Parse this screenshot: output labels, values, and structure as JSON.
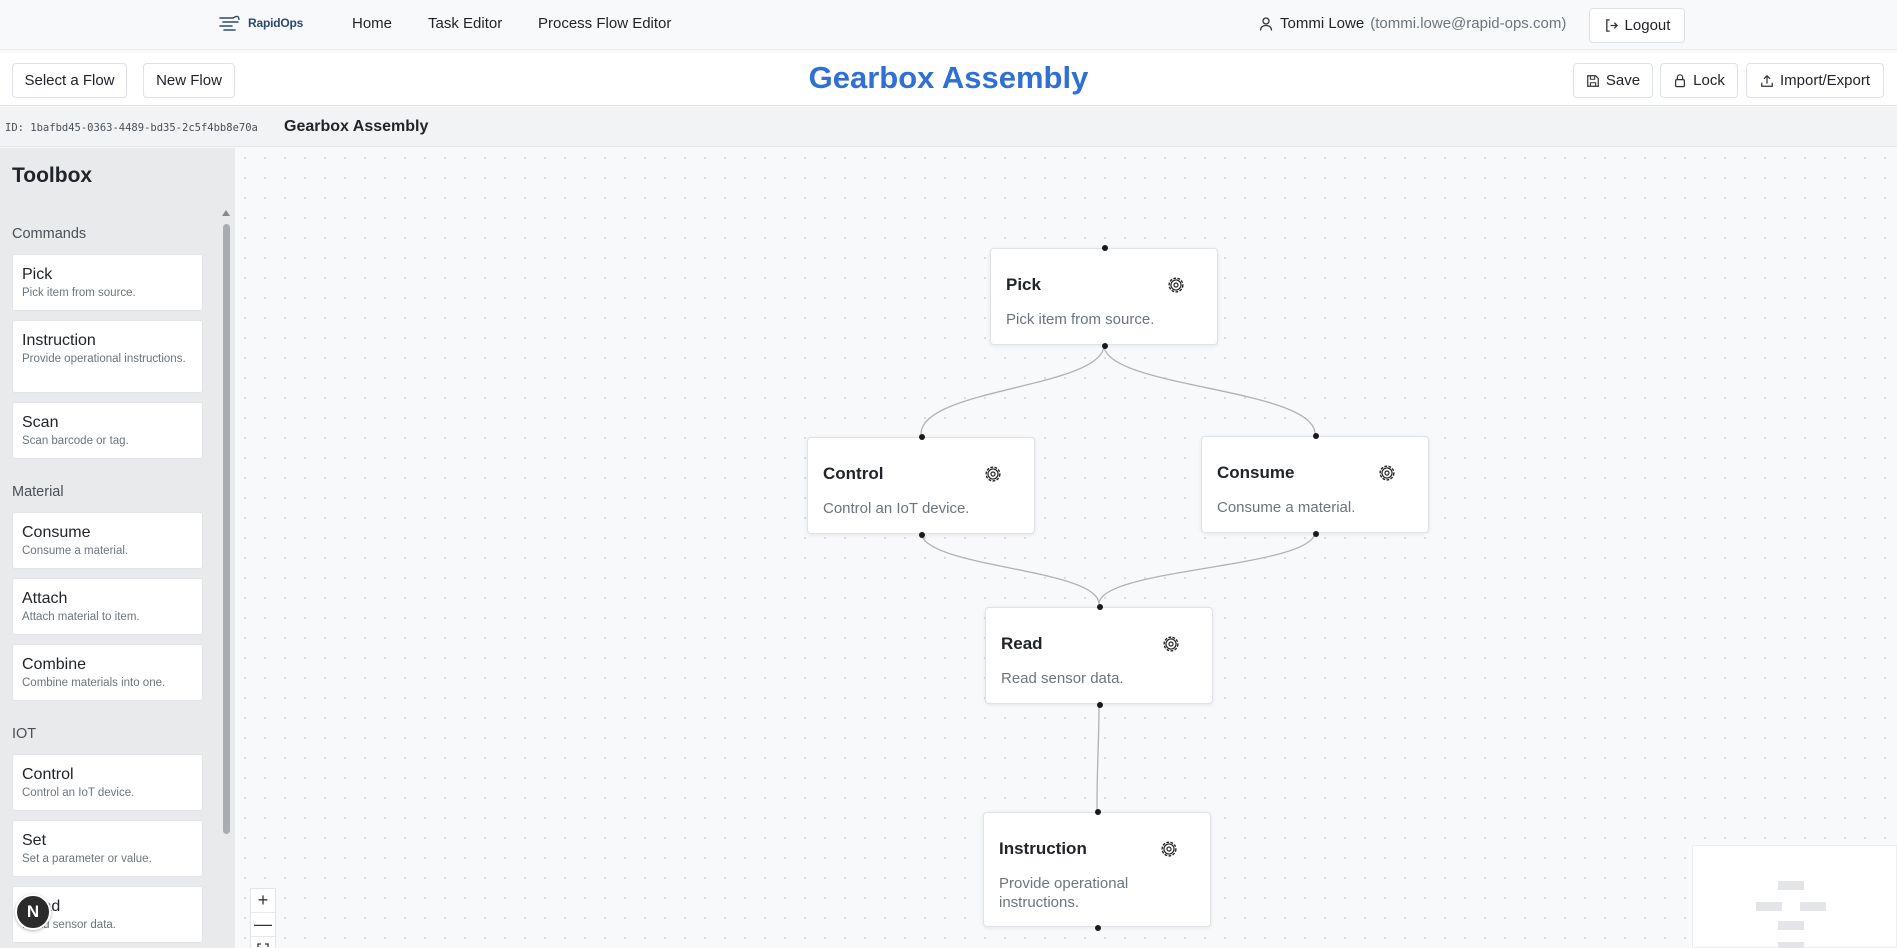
{
  "topnav": {
    "logo_text": "RapidOps",
    "links": [
      "Home",
      "Task Editor",
      "Process Flow Editor"
    ],
    "user_name": "Tommi Lowe",
    "user_email": "(tommi.lowe@rapid-ops.com)",
    "logout_label": "Logout"
  },
  "toolbar": {
    "select_flow_label": "Select a Flow",
    "new_flow_label": "New Flow",
    "title": "Gearbox Assembly",
    "save_label": "Save",
    "lock_label": "Lock",
    "import_export_label": "Import/Export"
  },
  "flow": {
    "id_text": "ID: 1bafbd45-0363-4489-bd35-2c5f4bb8e70a",
    "name": "Gearbox Assembly"
  },
  "toolbox": {
    "title": "Toolbox",
    "sections": [
      {
        "label": "Commands",
        "items": [
          {
            "title": "Pick",
            "desc": "Pick item from source."
          },
          {
            "title": "Instruction",
            "desc": "Provide operational instructions."
          },
          {
            "title": "Scan",
            "desc": "Scan barcode or tag."
          }
        ]
      },
      {
        "label": "Material",
        "items": [
          {
            "title": "Consume",
            "desc": "Consume a material."
          },
          {
            "title": "Attach",
            "desc": "Attach material to item."
          },
          {
            "title": "Combine",
            "desc": "Combine materials into one."
          }
        ]
      },
      {
        "label": "IOT",
        "items": [
          {
            "title": "Control",
            "desc": "Control an IoT device."
          },
          {
            "title": "Set",
            "desc": "Set a parameter or value."
          },
          {
            "title": "Read",
            "desc": "Read sensor data."
          }
        ]
      }
    ]
  },
  "avatar_letter": "N",
  "nodes": [
    {
      "title": "Pick",
      "desc": "Pick item from source."
    },
    {
      "title": "Control",
      "desc": "Control an IoT device."
    },
    {
      "title": "Consume",
      "desc": "Consume a material."
    },
    {
      "title": "Read",
      "desc": "Read sensor data."
    },
    {
      "title": "Instruction",
      "desc": "Provide operational instructions."
    }
  ],
  "zoom": {
    "in": "+",
    "out": "—"
  },
  "colors": {
    "accent": "#2f6fd6",
    "handle": "#1a1a1a",
    "edge": "#b1b1b7"
  }
}
